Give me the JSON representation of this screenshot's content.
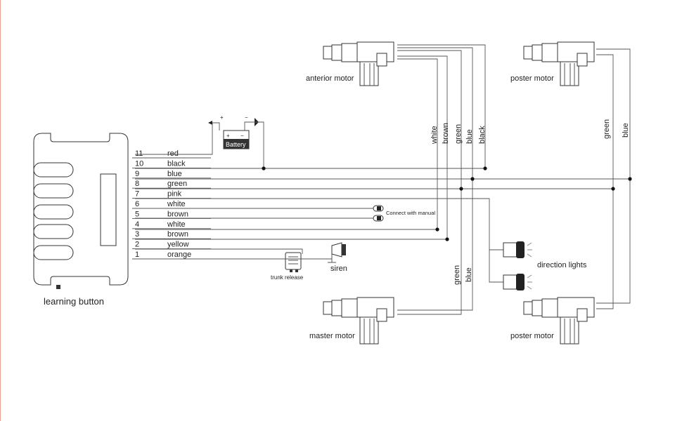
{
  "controller": {
    "learning_button_label": "learning button"
  },
  "pins": [
    {
      "num": "11",
      "color": "red"
    },
    {
      "num": "10",
      "color": "black"
    },
    {
      "num": "9",
      "color": "blue"
    },
    {
      "num": "8",
      "color": "green"
    },
    {
      "num": "7",
      "color": "pink"
    },
    {
      "num": "6",
      "color": "white"
    },
    {
      "num": "5",
      "color": "brown"
    },
    {
      "num": "4",
      "color": "white"
    },
    {
      "num": "3",
      "color": "brown"
    },
    {
      "num": "2",
      "color": "yellow"
    },
    {
      "num": "1",
      "color": "orange"
    }
  ],
  "battery": {
    "label": "Battery",
    "plus": "+",
    "minus": "−"
  },
  "connect_manual_label": "Connect with manual",
  "trunk_release_label": "trunk release",
  "siren_label": "siren",
  "direction_lights_label": "direction lights",
  "motors": {
    "anterior": "anterior motor",
    "poster_top": "poster motor",
    "master": "master motor",
    "poster_bottom": "poster motor"
  },
  "vertical_labels": {
    "white": "white",
    "brown": "brown",
    "green": "green",
    "blue": "blue",
    "black": "black",
    "green_right": "green",
    "blue_right": "blue",
    "green_master": "green",
    "blue_master": "blue"
  }
}
